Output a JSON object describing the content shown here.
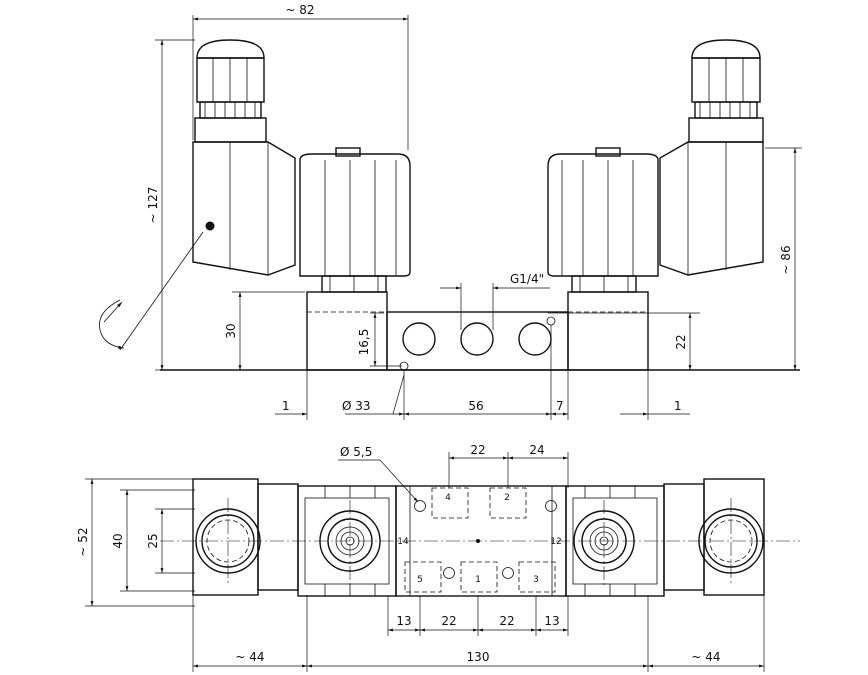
{
  "elevation": {
    "dims": {
      "width_coil": "~ 82",
      "height_total": "~ 127",
      "height_right": "~ 86",
      "base_height": "30",
      "port_height": "16,5",
      "port_height_right": "22",
      "thread": "G1/4\"",
      "bore_dia": "Ø 33",
      "port_spacing": "56",
      "edge_7": "7",
      "edge_left": "1",
      "edge_right": "1"
    }
  },
  "plan": {
    "dims": {
      "hole_dia": "Ø 5,5",
      "top_22": "22",
      "top_24": "24",
      "height_52": "~ 52",
      "height_40": "40",
      "height_25": "25",
      "bottom_13a": "13",
      "bottom_22a": "22",
      "bottom_22b": "22",
      "bottom_13b": "13",
      "overall_44_left": "~ 44",
      "overall_130": "130",
      "overall_44_right": "~ 44"
    },
    "port_labels": {
      "p1": "1",
      "p2": "2",
      "p3": "3",
      "p4": "4",
      "p5": "5",
      "p12": "12",
      "p14": "14"
    }
  }
}
